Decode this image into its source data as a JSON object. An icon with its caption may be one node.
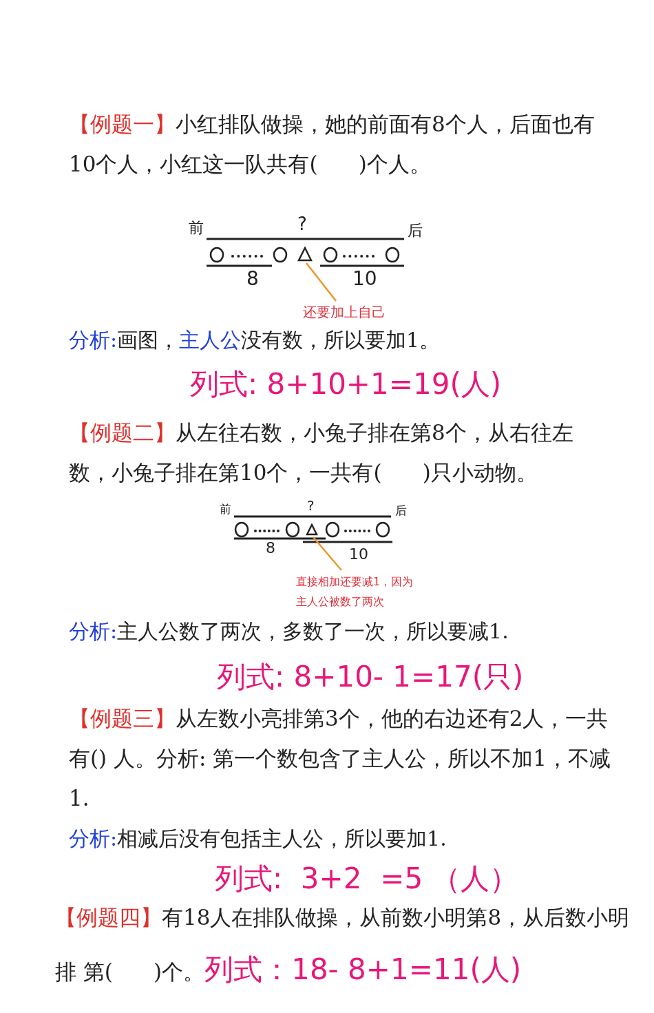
{
  "diagram": {
    "nodes": [
      {
        "text": [],
        "shape": "triangle"
      },
      {
        "text": [
          "还要加上自己"
        ]
      },
      {
        "text": [],
        "shape": "triangle"
      },
      {
        "text": [
          "直接相加还要减1，因为主人公被数了两次"
        ]
      }
    ],
    "edges": [
      {
        "from": 1,
        "to": 0,
        "arrow": "none"
      },
      {
        "from": 3,
        "to": 2,
        "arrow": "none"
      }
    ],
    "labels": [
      "【例题一】",
      "小红排队做操，她的前面有8个人，后面也有10个人，小红这一队共有(      )个人。",
      "前",
      "?",
      "后",
      "8",
      "10",
      "分析:",
      "画图，",
      "主人公",
      "没有数，所以要加1。",
      "列式: 8+10+1=19(人)",
      "【例题二】",
      "从左往右数，小兔子排在第8个，从右往左数，小兔子排在第10个，一共有(      )只小动物。",
      "前",
      "?",
      "后",
      "8",
      "10",
      "分析:",
      "主人公数了两次，多数了一次，所以要减1.",
      "列式: 8+10- 1=17(只)",
      "【例题三】",
      "从左数小亮排第3个，他的右边还有2人，一共有() 人。分析: 第一个数包含了主人公，所以不加1，不减1.",
      "分析:",
      "相减后没有包括主人公，所以要加1.",
      "列式:  3+2  =5 （人）",
      "【例题四】",
      "有18人在排队做操，从前数小明第8，从后数小明排 第(      )个。",
      "列式：18- 8+1=11(人)"
    ]
  }
}
